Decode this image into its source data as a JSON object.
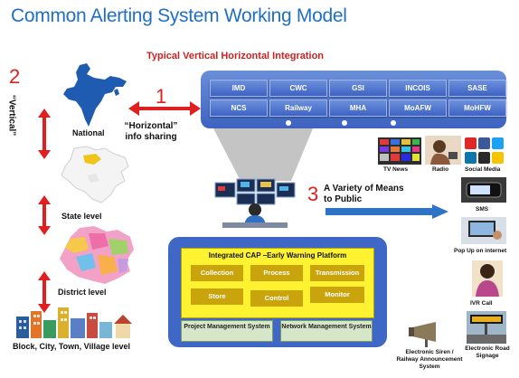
{
  "title": "Common Alerting System Working Model",
  "subtitle": "Typical Vertical  Horizontal Integration",
  "numbers": {
    "one": "1",
    "two": "2",
    "three": "3"
  },
  "vertical_label": "“Vertical”",
  "horizontal_label": "“Horizontal” info sharing",
  "public_label": "A Variety of Means to Public",
  "levels": {
    "national": "National",
    "state": "State level",
    "district": "District level",
    "block": "Block, City, Town, Village level"
  },
  "agencies": [
    "IMD",
    "CWC",
    "GSI",
    "INCOIS",
    "SASE",
    "NCS",
    "Railway",
    "MHA",
    "MoAFW",
    "MoHFW"
  ],
  "cap": {
    "title": "Integrated CAP –Early Warning Platform",
    "modules": [
      "Collection",
      "Process",
      "Transmission",
      "Store",
      "Control",
      "Monitor"
    ],
    "project_mgmt": "Project Management System",
    "network_mgmt": "Network Management System"
  },
  "media": {
    "tv": "TV News",
    "radio": "Radio",
    "social": "Social Media",
    "sms": "SMS",
    "popup": "Pop Up on internet",
    "ivr": "IVR Call",
    "siren": "Electronic Siren / Railway Announcement System",
    "road": "Electronic Road Signage"
  },
  "colors": {
    "title": "#1f6fc2",
    "accent_red": "#e02020",
    "agency_blue": "#4a72cc",
    "cap_yellow": "#fff230",
    "module_gold": "#c9a40c",
    "arrow_blue": "#2f73c7"
  }
}
